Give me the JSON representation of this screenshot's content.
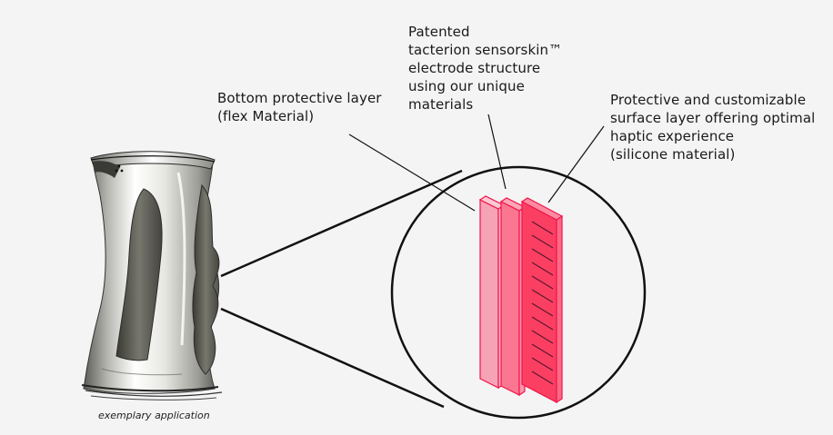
{
  "labels": {
    "bottom_layer": "Bottom protective layer\n(flex Material)",
    "electrode": "Patented\ntacterion sensorskin™\nelectrode structure\nusing our unique\nmaterials",
    "surface_layer": "Protective and customizable\nsurface layer offering optimal\nhaptic experience\n(silicone material)"
  },
  "caption": "exemplary application",
  "colors": {
    "background": "#f4f4f4",
    "layer_light": "#f7a3b6",
    "layer_mid": "#fb7791",
    "layer_dark": "#fb3f63",
    "layer_stroke": "#f0164a",
    "line": "#111111"
  }
}
